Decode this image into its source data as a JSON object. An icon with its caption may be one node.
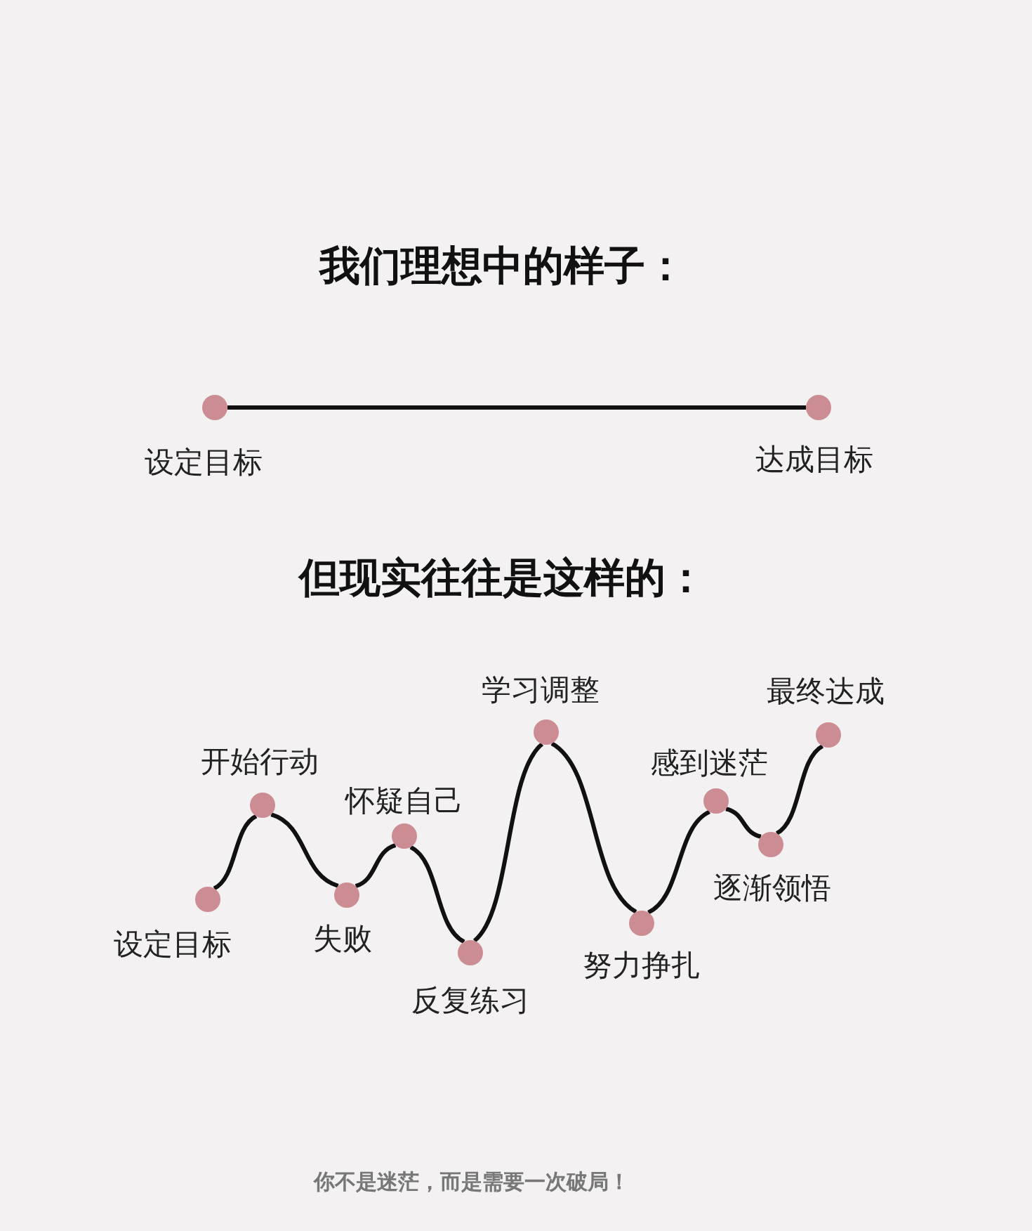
{
  "diagram": {
    "title": "我们理想中的样子：",
    "caption": "你不是迷茫，而是需要一次破局！",
    "nodes": [
      {
        "text": [],
        "shape": "circle",
        "beside": [
          "设定目标"
        ]
      },
      {
        "text": [],
        "shape": "circle",
        "beside": [
          "达成目标"
        ]
      },
      {
        "text": [],
        "shape": "circle",
        "beside": [
          "设定目标"
        ]
      },
      {
        "text": [],
        "shape": "circle",
        "beside": [
          "开始行动"
        ]
      },
      {
        "text": [],
        "shape": "circle",
        "beside": [
          "失败"
        ]
      },
      {
        "text": [],
        "shape": "circle",
        "beside": [
          "怀疑自己"
        ]
      },
      {
        "text": [],
        "shape": "circle",
        "beside": [
          "反复练习"
        ]
      },
      {
        "text": [],
        "shape": "circle",
        "beside": [
          "学习调整"
        ]
      },
      {
        "text": [],
        "shape": "circle",
        "beside": [
          "努力挣扎"
        ]
      },
      {
        "text": [],
        "shape": "circle",
        "beside": [
          "感到迷茫"
        ]
      },
      {
        "text": [],
        "shape": "circle",
        "beside": [
          "逐渐领悟"
        ]
      },
      {
        "text": [],
        "shape": "circle",
        "beside": [
          "最终达成"
        ]
      }
    ],
    "edges": [
      {
        "from": 0,
        "to": 1,
        "arrow": "none"
      },
      {
        "from": 2,
        "to": 3,
        "arrow": "none"
      },
      {
        "from": 3,
        "to": 4,
        "arrow": "none"
      },
      {
        "from": 4,
        "to": 5,
        "arrow": "none"
      },
      {
        "from": 5,
        "to": 6,
        "arrow": "none"
      },
      {
        "from": 6,
        "to": 7,
        "arrow": "none"
      },
      {
        "from": 7,
        "to": 8,
        "arrow": "none"
      },
      {
        "from": 8,
        "to": 9,
        "arrow": "none"
      },
      {
        "from": 9,
        "to": 10,
        "arrow": "none"
      },
      {
        "from": 10,
        "to": 11,
        "arrow": "none"
      }
    ],
    "labels": [
      "但现实往往是这样的："
    ]
  }
}
